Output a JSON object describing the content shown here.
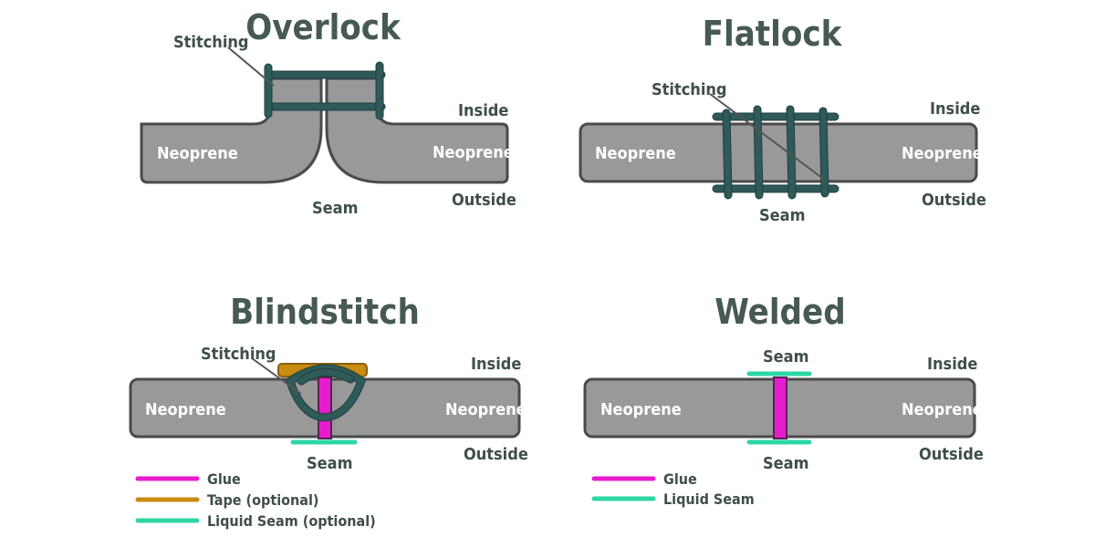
{
  "colors": {
    "neoprene": "#999999",
    "stitching": "#2e5a58",
    "title": "#465a51",
    "glue": "#e81ccf",
    "tape": "#c98b10",
    "liquid_seam": "#2ed6a6"
  },
  "overlock": {
    "title": "Overlock",
    "stitching_label": "Stitching",
    "neoprene_left": "Neoprene",
    "neoprene_right": "Neoprene",
    "inside_label": "Inside",
    "outside_label": "Outside",
    "seam_label": "Seam"
  },
  "flatlock": {
    "title": "Flatlock",
    "stitching_label": "Stitching",
    "neoprene_left": "Neoprene",
    "neoprene_right": "Neoprene",
    "inside_label": "Inside",
    "outside_label": "Outside",
    "seam_label": "Seam"
  },
  "blindstitch": {
    "title": "Blindstitch",
    "stitching_label": "Stitching",
    "neoprene_left": "Neoprene",
    "neoprene_right": "Neoprene",
    "inside_label": "Inside",
    "outside_label": "Outside",
    "seam_label": "Seam",
    "legend": [
      {
        "label": "Glue",
        "color": "#e81ccf"
      },
      {
        "label": "Tape (optional)",
        "color": "#c98b10"
      },
      {
        "label": "Liquid Seam (optional)",
        "color": "#2ed6a6"
      }
    ]
  },
  "welded": {
    "title": "Welded",
    "seam_top_label": "Seam",
    "seam_bottom_label": "Seam",
    "neoprene_left": "Neoprene",
    "neoprene_right": "Neoprene",
    "inside_label": "Inside",
    "outside_label": "Outside",
    "legend": [
      {
        "label": "Glue",
        "color": "#e81ccf"
      },
      {
        "label": "Liquid Seam",
        "color": "#2ed6a6"
      }
    ]
  }
}
